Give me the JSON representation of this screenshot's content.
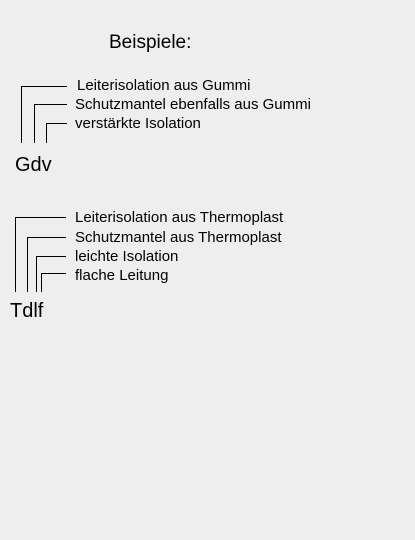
{
  "title": "Beispiele:",
  "examples": [
    {
      "code": "Gdv",
      "parts": [
        "Leiterisolation aus Gummi",
        "Schutzmantel ebenfalls aus Gummi",
        "verstärkte Isolation"
      ]
    },
    {
      "code": "Tdlf",
      "parts": [
        "Leiterisolation aus Thermoplast",
        "Schutzmantel aus Thermoplast",
        "leichte Isolation",
        "flache Leitung"
      ]
    }
  ]
}
